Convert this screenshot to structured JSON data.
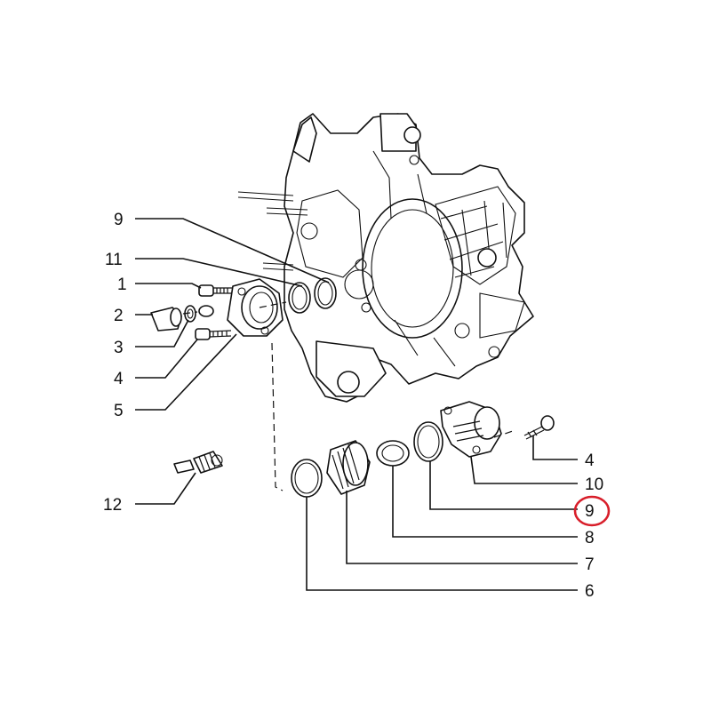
{
  "callouts": [
    {
      "label": "9",
      "id": "9-top"
    },
    {
      "label": "11",
      "id": "11"
    },
    {
      "label": "1",
      "id": "1"
    },
    {
      "label": "2",
      "id": "2"
    },
    {
      "label": "3",
      "id": "3"
    },
    {
      "label": "4",
      "id": "4-left"
    },
    {
      "label": "5",
      "id": "5"
    },
    {
      "label": "12",
      "id": "12"
    },
    {
      "label": "4",
      "id": "4-right"
    },
    {
      "label": "10",
      "id": "10"
    },
    {
      "label": "9",
      "id": "9-right"
    },
    {
      "label": "8",
      "id": "8"
    },
    {
      "label": "7",
      "id": "7"
    },
    {
      "label": "6",
      "id": "6"
    }
  ],
  "colors": {
    "line": "#111111",
    "highlight": "#d81e2a",
    "background": "#ffffff"
  },
  "highlighted_callout": "9-right"
}
